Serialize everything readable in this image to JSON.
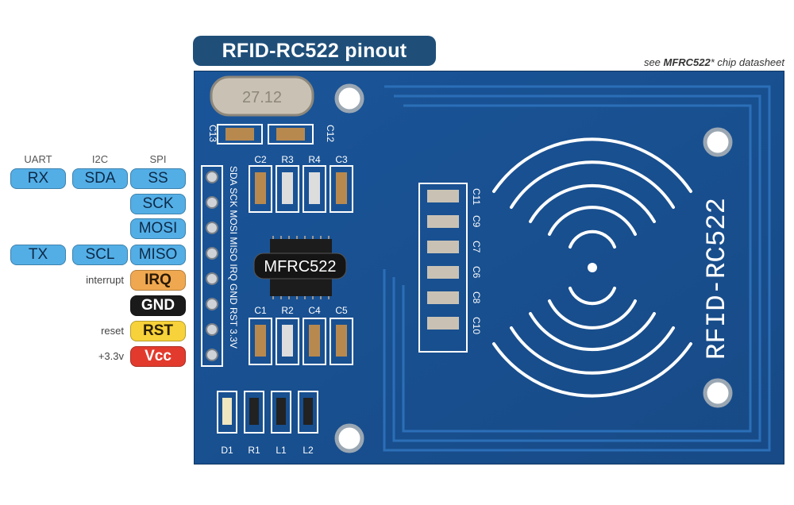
{
  "title": "RFID-RC522 pinout",
  "note": {
    "prefix": "see ",
    "chip": "MFRC522",
    "suffix": "* chip datasheet"
  },
  "headers": [
    "UART",
    "I2C",
    "SPI"
  ],
  "rows": [
    {
      "uart": "RX",
      "i2c": "SDA",
      "spi": "SS"
    },
    {
      "spi": "SCK"
    },
    {
      "spi": "MOSI"
    },
    {
      "uart": "TX",
      "i2c": "SCL",
      "spi": "MISO"
    }
  ],
  "power_pins": [
    {
      "side": "interrupt",
      "label": "IRQ",
      "color": "#f0a850"
    },
    {
      "side": "",
      "label": "GND",
      "color": "#1a1a1a"
    },
    {
      "side": "reset",
      "label": "RST",
      "color": "#f7d23a"
    },
    {
      "side": "+3.3v",
      "label": "Vcc",
      "color": "#e23b2e"
    }
  ],
  "board": {
    "chip_label": "MFRC522",
    "name": "RFID-RC522",
    "crystal": "27.12",
    "pin_labels": "SDA SCK MOSI MISO IRQ GND RST 3.3V",
    "top_caps": [
      "C13",
      "C12"
    ],
    "upper_parts": [
      "C2",
      "R3",
      "R4",
      "C3"
    ],
    "lower_parts": [
      "C1",
      "R2",
      "C4",
      "C5"
    ],
    "right_caps": [
      "C11",
      "C9",
      "C7",
      "C6",
      "C8",
      "C10"
    ],
    "bottom_parts": [
      "D1",
      "R1",
      "L1",
      "L2"
    ],
    "pcb_color": "#1d5a9e"
  }
}
